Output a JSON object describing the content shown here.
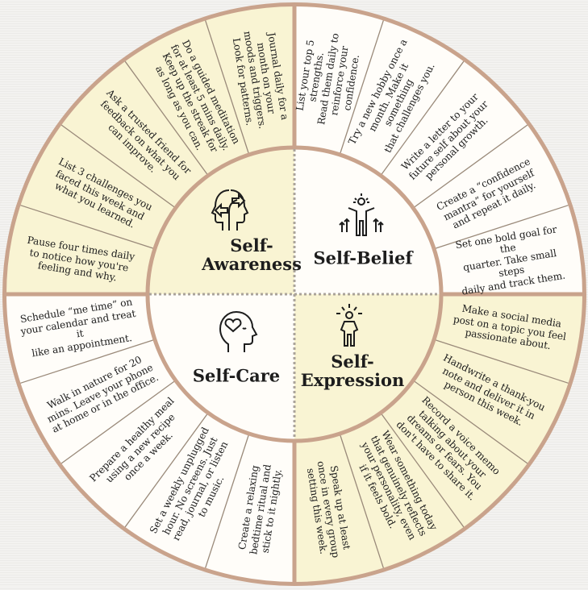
{
  "colors": {
    "cream": "#f9f4d3",
    "white": "#fffdf9",
    "border": "#c9a38c",
    "divider": "#9a8a7a",
    "dots": "#aaa39a"
  },
  "quadrants": [
    {
      "key": "awareness",
      "title": "Self-\nAwareness",
      "icon": "two-heads-exchange-icon",
      "fill": "cream",
      "start_angle": 180,
      "items": [
        "Pause four times daily\nto notice how you're\nfeeling and why.",
        "List 3 challenges you\nfaced this week and\nwhat you learned.",
        "Ask a trusted friend for\nfeedback on what you\ncan improve.",
        "Do a guided meditation\nfor at least 5 mins daily.\nKeep up the streak for\nas long as you can.",
        "Journal daily for a\nmonth on your\nmoods and triggers.\nLook for patterns."
      ]
    },
    {
      "key": "belief",
      "title": "Self-Belief",
      "icon": "person-rising-arrows-icon",
      "fill": "white",
      "start_angle": 270,
      "items": [
        "List your top 5 strengths.\nRead them daily to\nreinforce your confidence.",
        "Try a new hobby once a\nmonth. Make it something\nthat challenges you.",
        "Write a letter to your\nfuture self about your\npersonal growth.",
        "Create a “confidence\nmantra” for yourself\nand repeat it daily.",
        "Set one bold goal for the\nquarter. Take small steps\ndaily and track them."
      ]
    },
    {
      "key": "expression",
      "title": "Self-\nExpression",
      "icon": "radiant-person-icon",
      "fill": "cream",
      "start_angle": 0,
      "items": [
        "Make a social media\npost on a topic you feel\npassionate about.",
        "Handwrite a thank-you\nnote and deliver it in\nperson this week.",
        "Record a voice memo\ntalking about your\ndreams or fears. You\ndon't have to share it.",
        "Wear something today\nthat genuinely reflects\nyour personality, even\nif it feels bold.",
        "Speak up at least\nonce in every group\nsetting this week."
      ]
    },
    {
      "key": "care",
      "title": "Self-Care",
      "icon": "head-heart-icon",
      "fill": "white",
      "start_angle": 90,
      "items": [
        "Create a relaxing\nbedtime ritual and\nstick to it nightly.",
        "Set a weekly unplugged\nhour. No screens. Just\nread, journal, or listen\nto music.",
        "Prepare a healthy meal\nusing a new recipe\nonce a week.",
        "Walk in nature for 20\nmins. Leave your phone\nat home or in the office.",
        "Schedule “me time” on\nyour calendar and treat it\nlike an appointment."
      ]
    }
  ]
}
